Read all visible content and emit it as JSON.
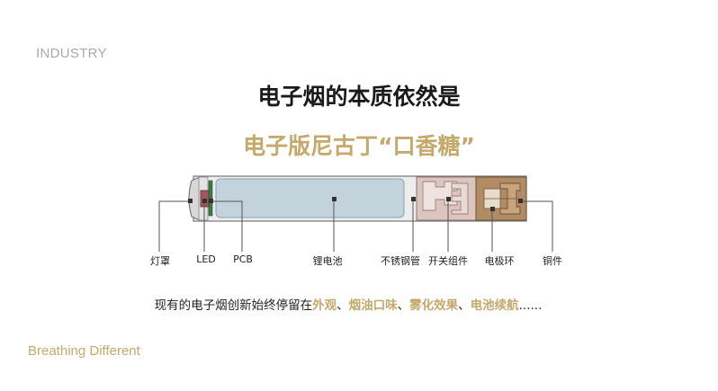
{
  "header": {
    "section_label": "INDUSTRY"
  },
  "title": "电子烟的本质依然是",
  "subtitle": "电子版尼古丁“口香糖”",
  "parts": [
    {
      "label": "灯罩"
    },
    {
      "label": "LED"
    },
    {
      "label": "PCB"
    },
    {
      "label": "锂电池"
    },
    {
      "label": "不锈钢管"
    },
    {
      "label": "开关组件"
    },
    {
      "label": "电极环"
    },
    {
      "label": "铜件"
    }
  ],
  "summary": {
    "prefix": "现有的电子烟创新始终停留在",
    "items": [
      "外观",
      "烟油口味",
      "雾化效果",
      "电池续航"
    ],
    "separator": "、",
    "suffix": "......"
  },
  "footer": {
    "tagline": "Breathing Different"
  },
  "colors": {
    "accent": "#c4a96b",
    "battery": "#c3d3dc",
    "switch": "#dcc5bf",
    "copper": "#b08b63",
    "led": "#a5565a",
    "pcb": "#3d7a45"
  }
}
